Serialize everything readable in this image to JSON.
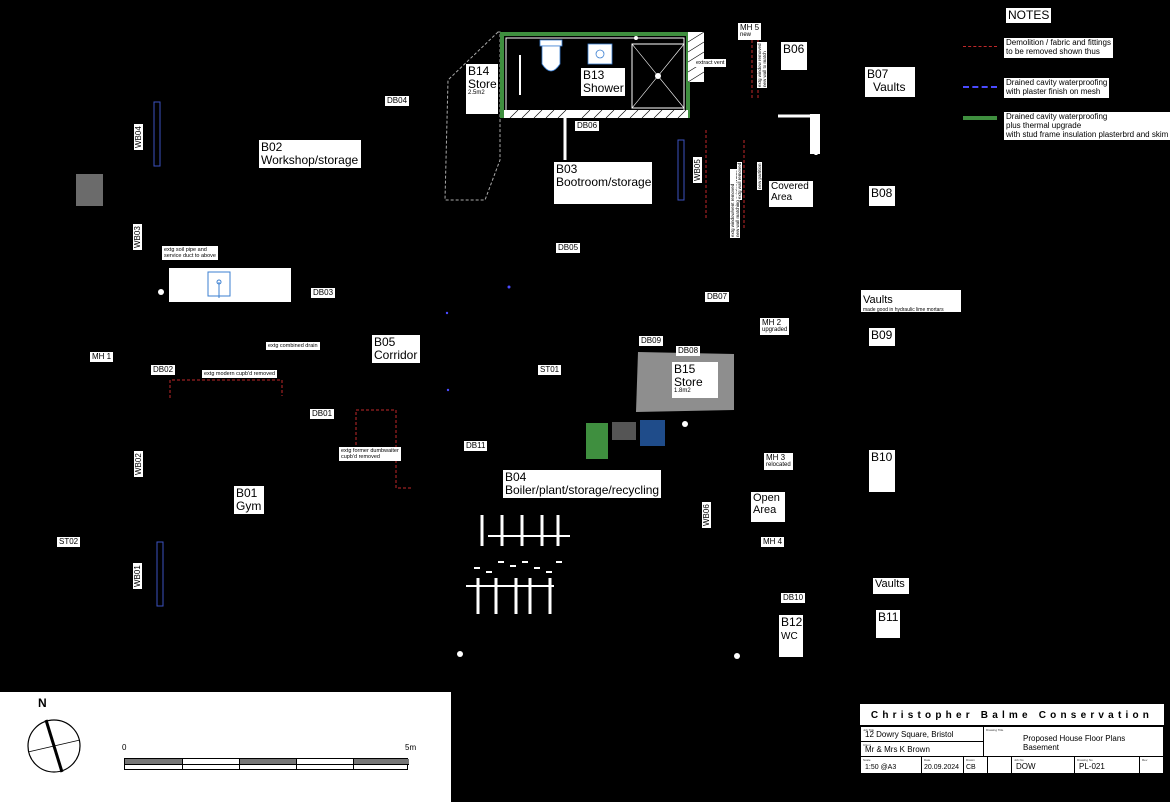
{
  "notes": {
    "title": "NOTES",
    "items": [
      {
        "text": "Demolition / fabric and fittings\nto be removed shown thus",
        "color": "#c0282a"
      },
      {
        "text": "Drained cavity waterproofing\nwith plaster finish on mesh",
        "color": "#4a4aff"
      },
      {
        "text": "Drained cavity waterproofing\nplus thermal upgrade\nwith stud frame insulation plasterbrd and skim",
        "color": "#3f8f3f"
      }
    ]
  },
  "rooms": {
    "b01": {
      "code": "B01",
      "name": "Gym"
    },
    "b02": {
      "code": "B02",
      "name": "Workshop/storage"
    },
    "b03": {
      "code": "B03",
      "name": "Bootroom/storage"
    },
    "b04": {
      "code": "B04",
      "name": "Boiler/plant/storage/recycling"
    },
    "b05": {
      "code": "B05",
      "name": "Corridor"
    },
    "b06": {
      "code": "B06"
    },
    "b07": {
      "code": "B07",
      "name": "Vaults"
    },
    "b08": {
      "code": "B08"
    },
    "b09": {
      "code": "B09"
    },
    "b10": {
      "code": "B10"
    },
    "b11": {
      "code": "B11"
    },
    "b12": {
      "code": "B12",
      "name": "WC"
    },
    "b13": {
      "code": "B13",
      "name": "Shower"
    },
    "b14": {
      "code": "B14",
      "name": "Store",
      "area": "2.5m2"
    },
    "b15": {
      "code": "B15",
      "name": "Store",
      "area": "1.8m2"
    },
    "covered": "Covered\nArea",
    "open": "Open\nArea",
    "vaults_mid": "Vaults",
    "vaults_mid_note": "made good in hydraulic lime mortars",
    "vaults_low": "Vaults"
  },
  "tags": {
    "db01": "DB01",
    "db02": "DB02",
    "db03": "DB03",
    "db04": "DB04",
    "db05": "DB05",
    "db06": "DB06",
    "db07": "DB07",
    "db08": "DB08",
    "db09": "DB09",
    "db10": "DB10",
    "db11": "DB11",
    "st01": "ST01",
    "st02": "ST02",
    "mh1": "MH 1",
    "mh2": "MH 2",
    "mh2_note": "upgraded",
    "mh3": "MH 3",
    "mh3_note": "relocated",
    "mh4": "MH 4",
    "mh5": "MH 5",
    "mh5_note": "new",
    "wb01": "WB01",
    "wb02": "WB02",
    "wb03": "WB03",
    "wb04": "WB04",
    "wb05": "WB05",
    "wb06": "WB06"
  },
  "annotations": {
    "soil_pipe": "extg soil pipe and\nservice duct to above",
    "combined_drain": "extg combined drain",
    "modern_cupbd": "extg modern cupb'd removed",
    "dumbwaiter": "extg former dumbwaiter\ncupb'd removed",
    "extract_vent": "extract vent",
    "v1": "extg window/vent removed\nnew wall matching existing WB06",
    "v2": "extg window removed\nnew wall to match",
    "v3": "extg wall removed",
    "v4": "new partition"
  },
  "scale": {
    "start": "0",
    "end": "5m"
  },
  "north": "N",
  "titleblock": {
    "company": "Christopher Balme Conservation",
    "job_title_cap": "Job Title",
    "job_title": "12 Dowry Square, Bristol",
    "client_cap": "Client",
    "client": "Mr & Mrs K Brown",
    "drawing_title_cap": "Drawing Title",
    "drawing_title": "Proposed House Floor Plans\nBasement",
    "scale_cap": "Scale",
    "scale": "1:50 @A3",
    "date_cap": "Date",
    "date": "20.09.2024",
    "drawn_cap": "Drawn",
    "drawn": "CB",
    "job_no_cap": "Job No",
    "job_no": "DOW",
    "dwg_no_cap": "Drawing No",
    "dwg_no": "PL-021",
    "rev_cap": "Rev",
    "rev": ""
  }
}
